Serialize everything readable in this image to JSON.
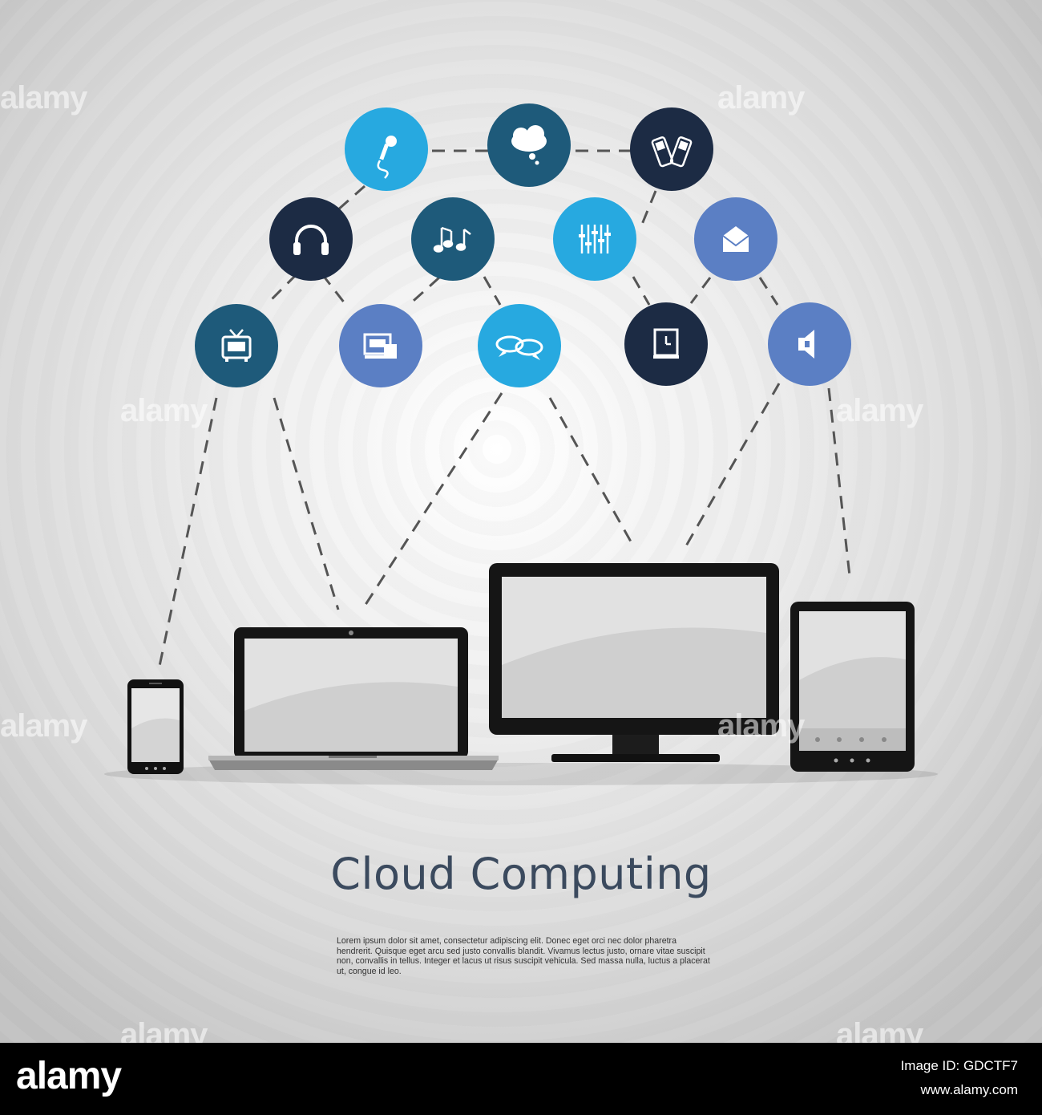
{
  "title": "Cloud Computing",
  "body_text": "Lorem ipsum dolor sit amet, consectetur adipiscing elit. Donec eget orci nec dolor pharetra hendrerit. Quisque eget arcu sed justo convallis blandit. Vivamus lectus justo, ornare vitae suscipit non, convallis in tellus. Integer et lacus ut risus suscipit vehicula. Sed massa nulla, luctus a placerat ut, congue id leo.",
  "watermark": "alamy",
  "footer": {
    "logo": "alamy",
    "image_id": "Image ID: GDCTF7",
    "url": "www.alamy.com"
  },
  "colors": {
    "navy": "#1c2b44",
    "teal": "#1e5a7a",
    "sky": "#27a9e0",
    "periwinkle": "#5b7fc4",
    "title": "#3b4a5e"
  },
  "icons": [
    {
      "name": "microphone-icon",
      "color": "sky"
    },
    {
      "name": "thought-cloud-icon",
      "color": "teal"
    },
    {
      "name": "mobile-phones-icon",
      "color": "navy"
    },
    {
      "name": "headphones-icon",
      "color": "navy"
    },
    {
      "name": "music-notes-icon",
      "color": "teal"
    },
    {
      "name": "equalizer-icon",
      "color": "sky"
    },
    {
      "name": "mail-icon",
      "color": "periwinkle"
    },
    {
      "name": "tv-icon",
      "color": "teal"
    },
    {
      "name": "projector-icon",
      "color": "periwinkle"
    },
    {
      "name": "chat-bubbles-icon",
      "color": "sky"
    },
    {
      "name": "clock-icon",
      "color": "navy"
    },
    {
      "name": "speaker-icon",
      "color": "periwinkle"
    }
  ],
  "devices": [
    "smartphone",
    "laptop",
    "desktop-monitor",
    "tablet"
  ]
}
